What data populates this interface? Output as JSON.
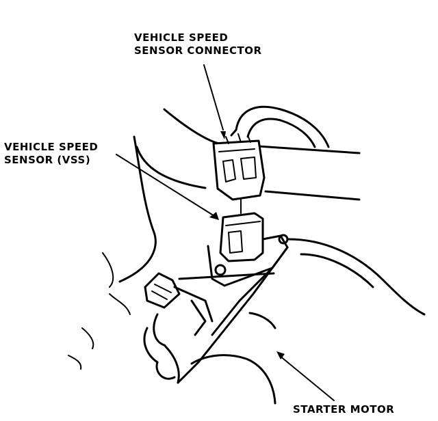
{
  "labels": {
    "connector_line1": "VEHICLE SPEED",
    "connector_line2": "SENSOR CONNECTOR",
    "vss_line1": "VEHICLE SPEED",
    "vss_line2": "SENSOR (VSS)",
    "starter": "STARTER MOTOR"
  },
  "colors": {
    "ink": "#000000",
    "paper": "#ffffff"
  }
}
